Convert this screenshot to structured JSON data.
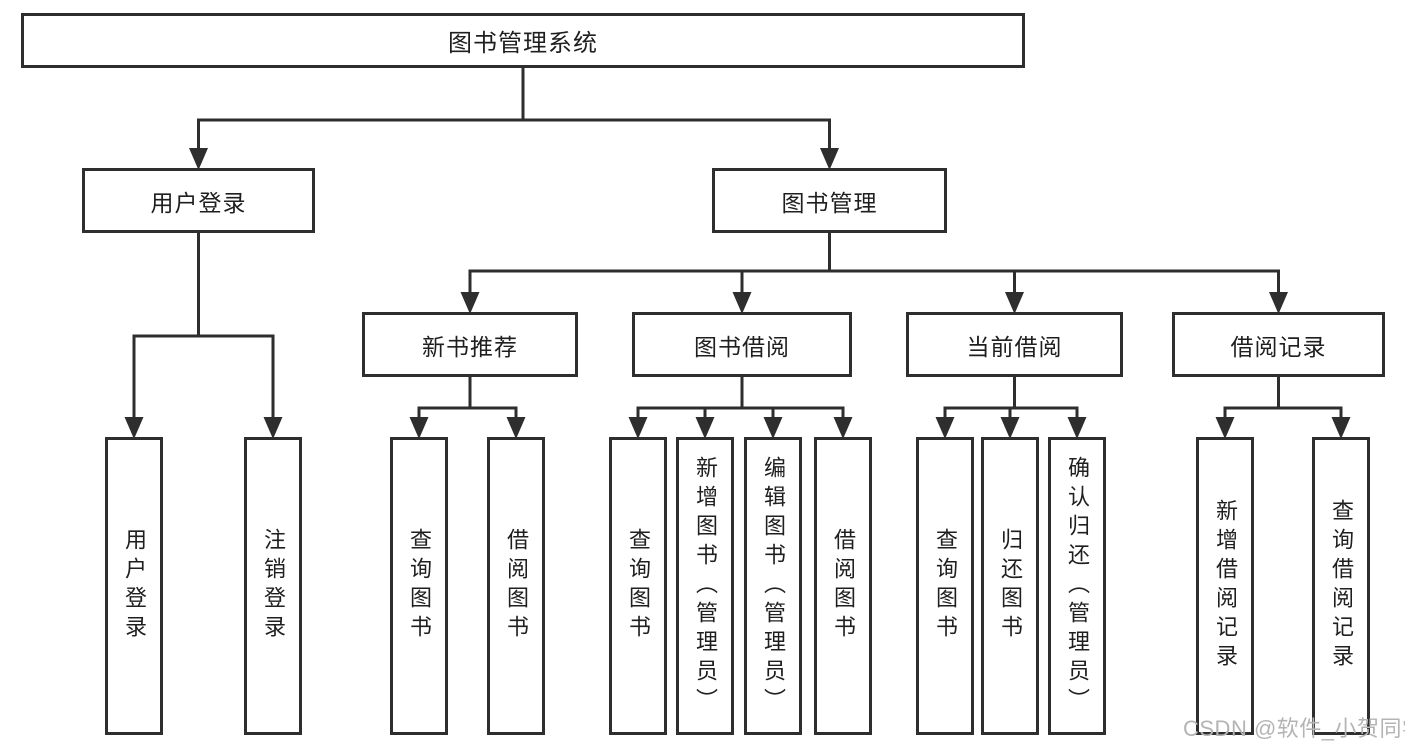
{
  "title": "图书管理系统",
  "watermark": "CSDN @软件_小贺同学",
  "colors": {
    "line": "#2e2e2e",
    "text": "#1f1f1f",
    "background": "#ffffff",
    "watermark": "#b4b4b4"
  },
  "nodes": {
    "root": {
      "label": "图书管理系统"
    },
    "user_login": {
      "label": "用户登录"
    },
    "book_mgmt": {
      "label": "图书管理"
    },
    "new_book_rec": {
      "label": "新书推荐"
    },
    "book_borrow": {
      "label": "图书借阅"
    },
    "current_borrow": {
      "label": "当前借阅"
    },
    "borrow_record": {
      "label": "借阅记录"
    },
    "login_action": {
      "label": "用户登录"
    },
    "logout_action": {
      "label": "注销登录"
    },
    "rec_query_books": {
      "label": "查询图书"
    },
    "rec_borrow_books": {
      "label": "借阅图书"
    },
    "bb_query_books": {
      "label": "查询图书"
    },
    "bb_add_books": {
      "label": "新增图书（管理员）"
    },
    "bb_edit_books": {
      "label": "编辑图书（管理员）"
    },
    "bb_borrow_books": {
      "label": "借阅图书"
    },
    "cb_query_books": {
      "label": "查询图书"
    },
    "cb_return_books": {
      "label": "归还图书"
    },
    "cb_confirm_return": {
      "label": "确认归还（管理员）"
    },
    "br_add_record": {
      "label": "新增借阅记录"
    },
    "br_query_record": {
      "label": "查询借阅记录"
    }
  },
  "hierarchy": [
    {
      "parent": "root",
      "children": [
        "user_login",
        "book_mgmt"
      ]
    },
    {
      "parent": "user_login",
      "children": [
        "login_action",
        "logout_action"
      ]
    },
    {
      "parent": "book_mgmt",
      "children": [
        "new_book_rec",
        "book_borrow",
        "current_borrow",
        "borrow_record"
      ]
    },
    {
      "parent": "new_book_rec",
      "children": [
        "rec_query_books",
        "rec_borrow_books"
      ]
    },
    {
      "parent": "book_borrow",
      "children": [
        "bb_query_books",
        "bb_add_books",
        "bb_edit_books",
        "bb_borrow_books"
      ]
    },
    {
      "parent": "current_borrow",
      "children": [
        "cb_query_books",
        "cb_return_books",
        "cb_confirm_return"
      ]
    },
    {
      "parent": "borrow_record",
      "children": [
        "br_add_record",
        "br_query_record"
      ]
    }
  ]
}
